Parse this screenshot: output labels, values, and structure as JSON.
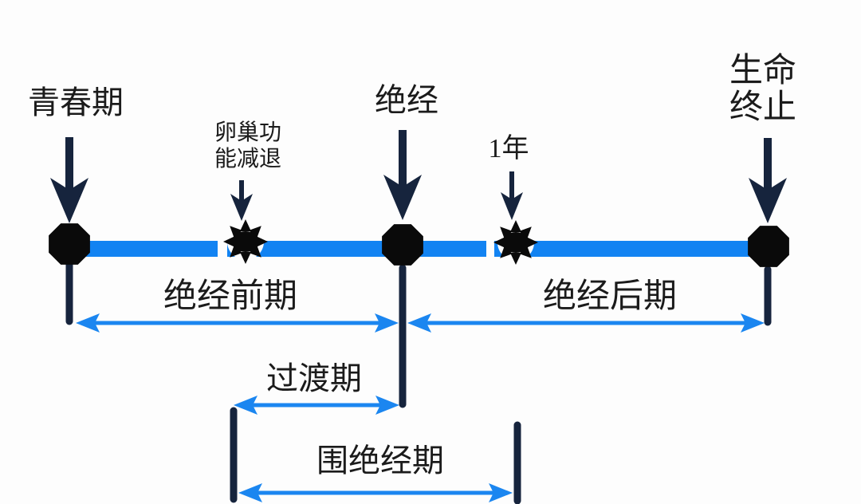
{
  "colors": {
    "background": "#fdfdfd",
    "timeline-blue": "#1283f2",
    "range-blue": "#1b86f0",
    "dark-navy": "#16243d",
    "marker-black": "#0a0a0a",
    "text-black": "#1b1b1b"
  },
  "milestones": {
    "puberty": {
      "label": "青春期",
      "marker": "octagon-marker"
    },
    "ovarian_decline": {
      "line1": "卵巢功",
      "line2": "能减退",
      "marker": "star-marker"
    },
    "menopause": {
      "label": "绝经",
      "marker": "octagon-marker"
    },
    "one_year": {
      "label": "1年",
      "marker": "star-marker"
    },
    "life_end": {
      "line1": "生命",
      "line2": "终止",
      "marker": "octagon-marker"
    }
  },
  "phases": {
    "premenopause": {
      "label": "绝经前期"
    },
    "postmenopause": {
      "label": "绝经后期"
    },
    "transition": {
      "label": "过渡期"
    },
    "perimenopause": {
      "label": "围绝经期"
    }
  }
}
